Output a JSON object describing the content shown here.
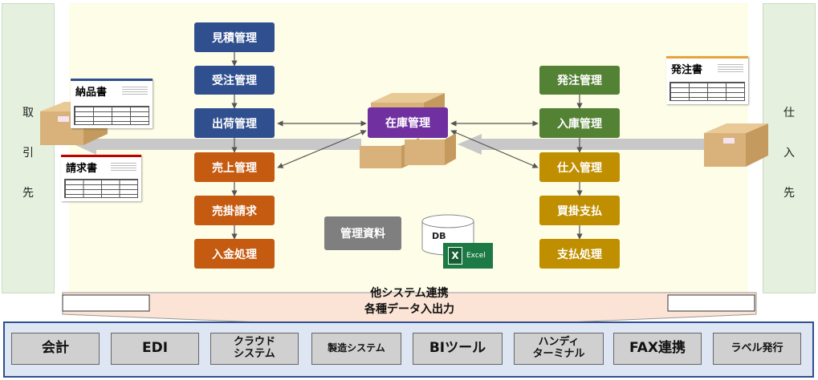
{
  "left_partner": {
    "chars": [
      "取",
      "引",
      "先"
    ]
  },
  "right_partner": {
    "chars": [
      "仕",
      "入",
      "先"
    ]
  },
  "sales_flow": [
    "見積管理",
    "受注管理",
    "出荷管理",
    "売上管理",
    "売掛請求",
    "入金処理"
  ],
  "purchase_flow": [
    "発注管理",
    "入庫管理",
    "仕入管理",
    "買掛支払",
    "支払処理"
  ],
  "inventory": "在庫管理",
  "management_docs": "管理資料",
  "db_label": "DB",
  "excel_label": "Excel",
  "excel_letter": "X",
  "documents": {
    "delivery_note": "納品書",
    "invoice": "請求書",
    "purchase_order": "発注書"
  },
  "integration": {
    "line1": "他システム連携",
    "line2": "各種データ入出力"
  },
  "systems": [
    "会計",
    "EDI",
    "クラウド\nシステム",
    "製造システム",
    "BIツール",
    "ハンディ\nターミナル",
    "FAX連携",
    "ラベル発行"
  ],
  "colors": {
    "sales_blue": "#2f4f8f",
    "sales_orange": "#c55a11",
    "purchase_green": "#548235",
    "purchase_gold": "#bf8f00",
    "inventory_purple": "#7030a0",
    "docs_gray": "#7f7f7f"
  }
}
